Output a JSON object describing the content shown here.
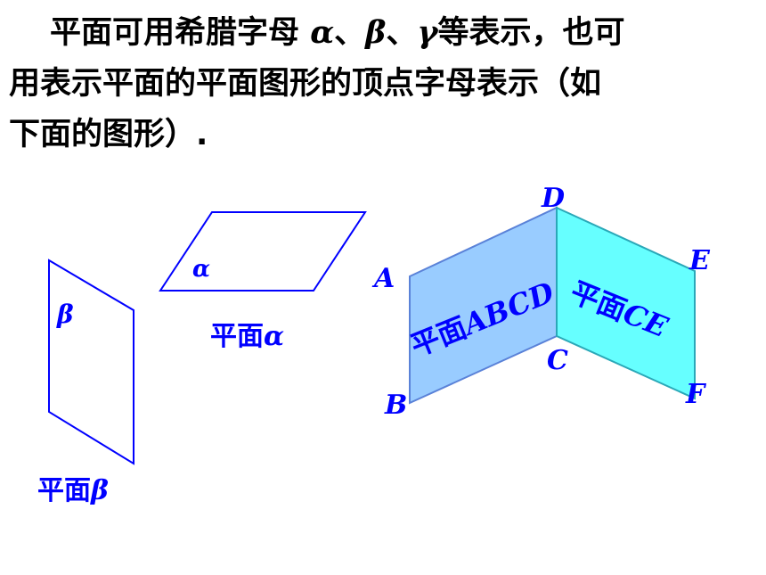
{
  "intro": {
    "part1": "平面可用希腊字母",
    "alpha": "α",
    "sep1": "、",
    "beta": "β",
    "sep2": "、",
    "gamma": "γ",
    "part2": "等表示，也可",
    "line2": "用表示平面的平面图形的顶点字母表示（如",
    "line3": "下面的图形）."
  },
  "figures": {
    "plane_beta": {
      "inner_label": "β",
      "caption_prefix": "平面",
      "caption_symbol": "β"
    },
    "plane_alpha": {
      "inner_label": "α",
      "caption_prefix": "平面",
      "caption_symbol": "α"
    },
    "dihedral": {
      "vertices": {
        "A": "A",
        "B": "B",
        "C": "C",
        "D": "D",
        "E": "E",
        "F": "F"
      },
      "left_face_prefix": "平面",
      "left_face_name": "ABCD",
      "right_face_prefix": "平面",
      "right_face_name": "CE"
    }
  },
  "colors": {
    "text": "#000000",
    "outline_blue": "#0000ff",
    "face_left_fill": "#99ccff",
    "face_left_stroke": "#5a82d8",
    "face_right_fill": "#66ffff",
    "face_right_stroke": "#2aa8b8"
  }
}
